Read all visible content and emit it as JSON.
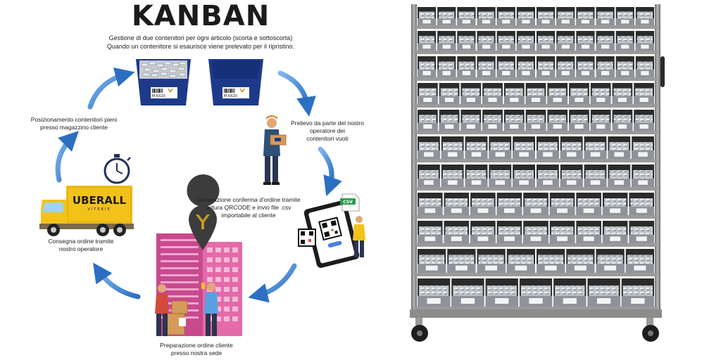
{
  "title": "KANBAN",
  "subtitle": {
    "line1": "Gestione di due contenitori per ogni articolo (scorta e sottoscorta)",
    "line2": "Quando un contenitore si esaurisce viene prelevato per il ripristino."
  },
  "bins": {
    "full_code": "M 6X20",
    "empty_code": "M 6X20"
  },
  "steps": {
    "withdrawal": {
      "line1": "Prelievo da parte del nostro",
      "line2": "operatore dei",
      "line3": "contenitori vuoti"
    },
    "order_confirmation": {
      "line1": "Generazione conferma d'ordine tramite",
      "line2": "lettura QRCODE e invio file .csv",
      "line3": "importabile al cliente"
    },
    "preparation": {
      "line1": "Preparazione ordine cliente",
      "line2": "presso nostra sede"
    },
    "delivery": {
      "line1": "Consegna ordine tramite",
      "line2": "nostro operatore"
    },
    "positioning": {
      "line1": "Posizionamento contenitori pieni",
      "line2": "presso magazzino cliente"
    }
  },
  "truck": {
    "brand": "UBERALL",
    "tagline": "VITERIE"
  },
  "phone": {
    "file_badge": "CSV"
  },
  "colors": {
    "bin_blue": "#1d3a8a",
    "arrow_blue": "#4a90d9",
    "truck_yellow": "#f3c21a",
    "warehouse_pink": "#d9569a",
    "rack_grey": "#8c8c8c"
  }
}
